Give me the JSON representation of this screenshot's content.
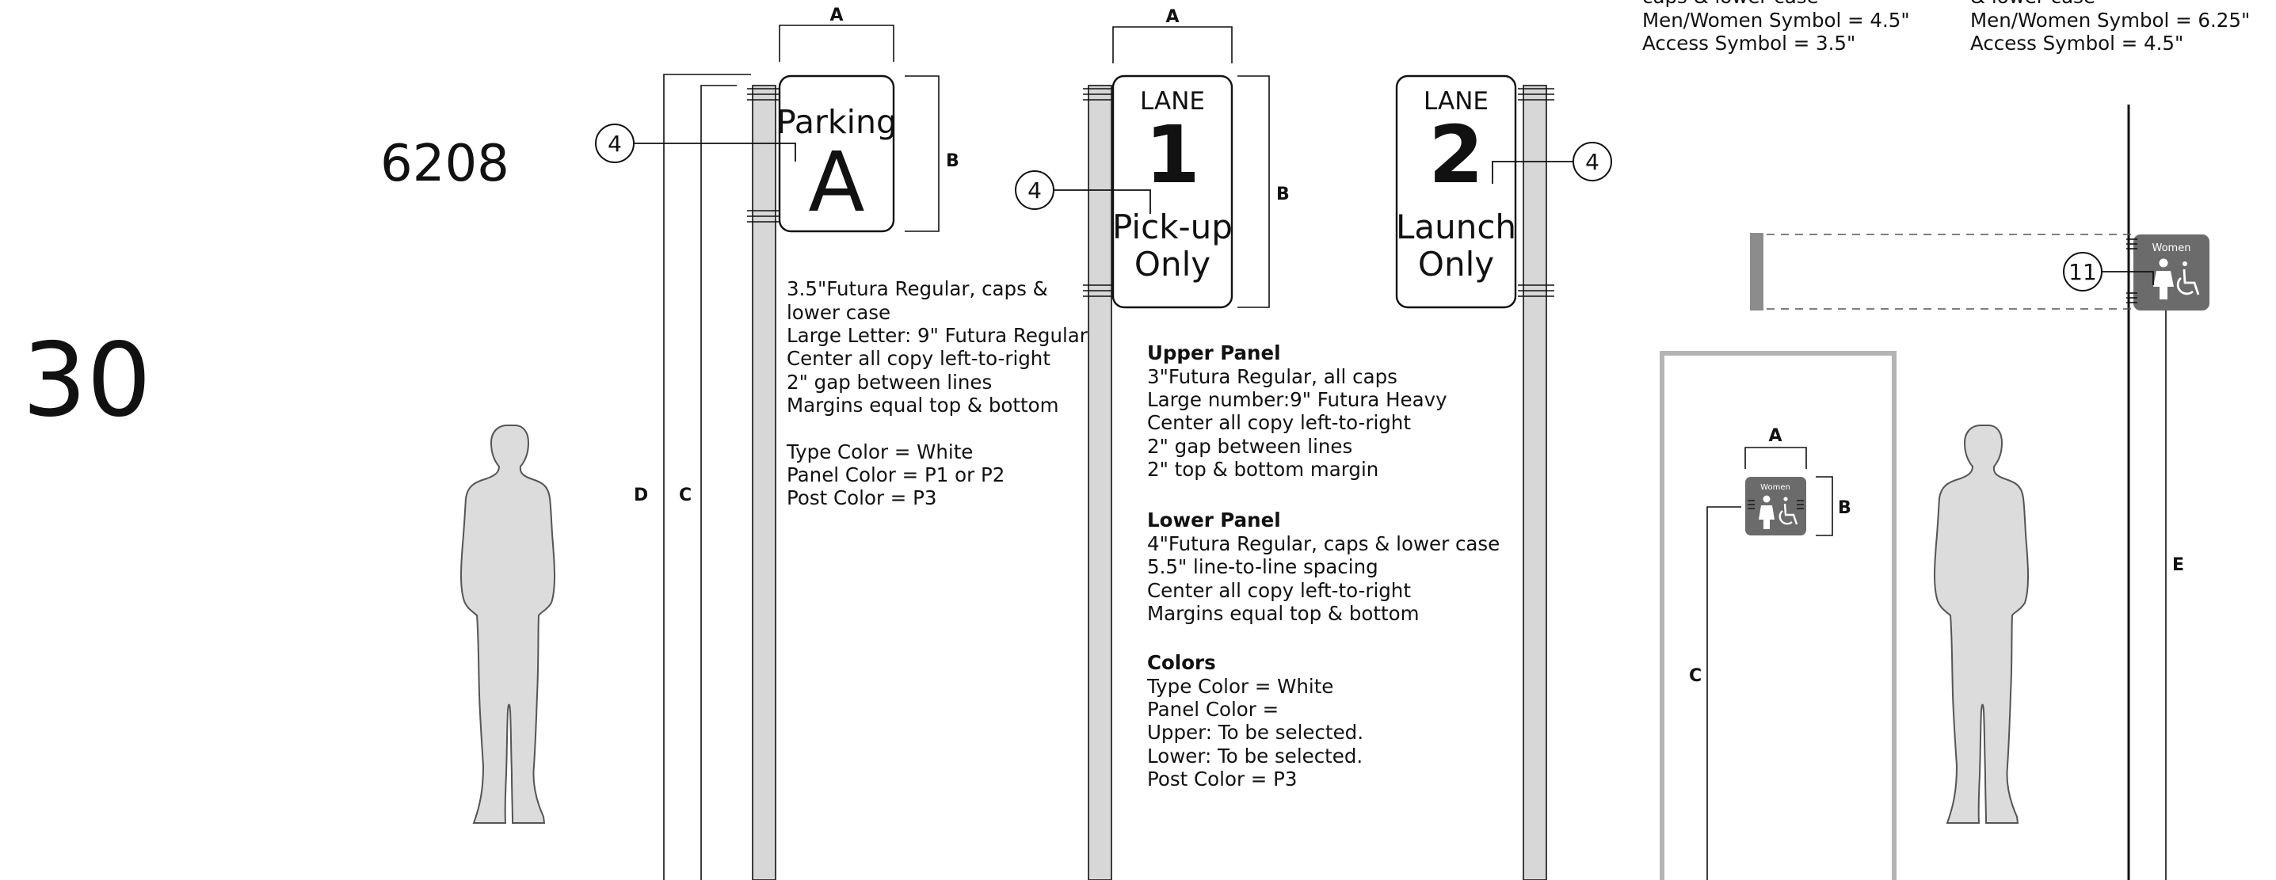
{
  "sheet": {
    "page_number": "30",
    "sign_code": "6208"
  },
  "dim_labels": {
    "a": "A",
    "b": "B",
    "c": "C",
    "d": "D",
    "e": "E"
  },
  "callouts": {
    "panel_ref": "4",
    "restroom_ref": "11"
  },
  "signs": {
    "parking": {
      "line1": "Parking",
      "letter": "A"
    },
    "lane1": {
      "header": "LANE",
      "number": "1",
      "line1": "Pick-up",
      "line2": "Only"
    },
    "lane2": {
      "header": "LANE",
      "number": "2",
      "line1": "Launch",
      "line2": "Only"
    },
    "restroom": {
      "label": "Women",
      "small_label": "Women"
    }
  },
  "specs": {
    "parking": [
      "3.5\"Futura Regular, caps &",
      "lower case",
      "Large Letter: 9\" Futura Regular",
      "Center all copy left-to-right",
      "2\" gap between lines",
      "Margins equal top & bottom",
      "",
      "Type Color = White",
      "Panel Color = P1 or P2",
      "Post Color = P3"
    ],
    "lane": {
      "upper_heading": "Upper Panel",
      "upper_lines": [
        "3\"Futura Regular, all caps",
        "Large number:9\" Futura Heavy",
        "Center all copy left-to-right",
        "2\" gap between lines",
        "2\" top & bottom margin"
      ],
      "lower_heading": "Lower Panel",
      "lower_lines": [
        "4\"Futura Regular, caps & lower case",
        "5.5\" line-to-line spacing",
        "Center all copy left-to-right",
        "Margins equal top & bottom"
      ],
      "colors_heading": "Colors",
      "colors_lines": [
        "Type Color = White",
        "Panel Color =",
        "Upper: To be selected.",
        "Lower: To be selected.",
        "Post Color = P3"
      ]
    },
    "restroom_left": [
      "caps & lower case",
      "Men/Women Symbol = 4.5\"",
      "Access Symbol = 3.5\""
    ],
    "restroom_right": [
      "& lower case",
      "Men/Women Symbol = 6.25\"",
      "Access Symbol = 4.5\""
    ]
  },
  "colors": {
    "ink": "#111111",
    "post_fill": "#d7d7d7",
    "restroom_panel": "#6b6b6b",
    "silhouette_fill": "#dcdcdc",
    "door_frame": "#b4b4b4"
  }
}
